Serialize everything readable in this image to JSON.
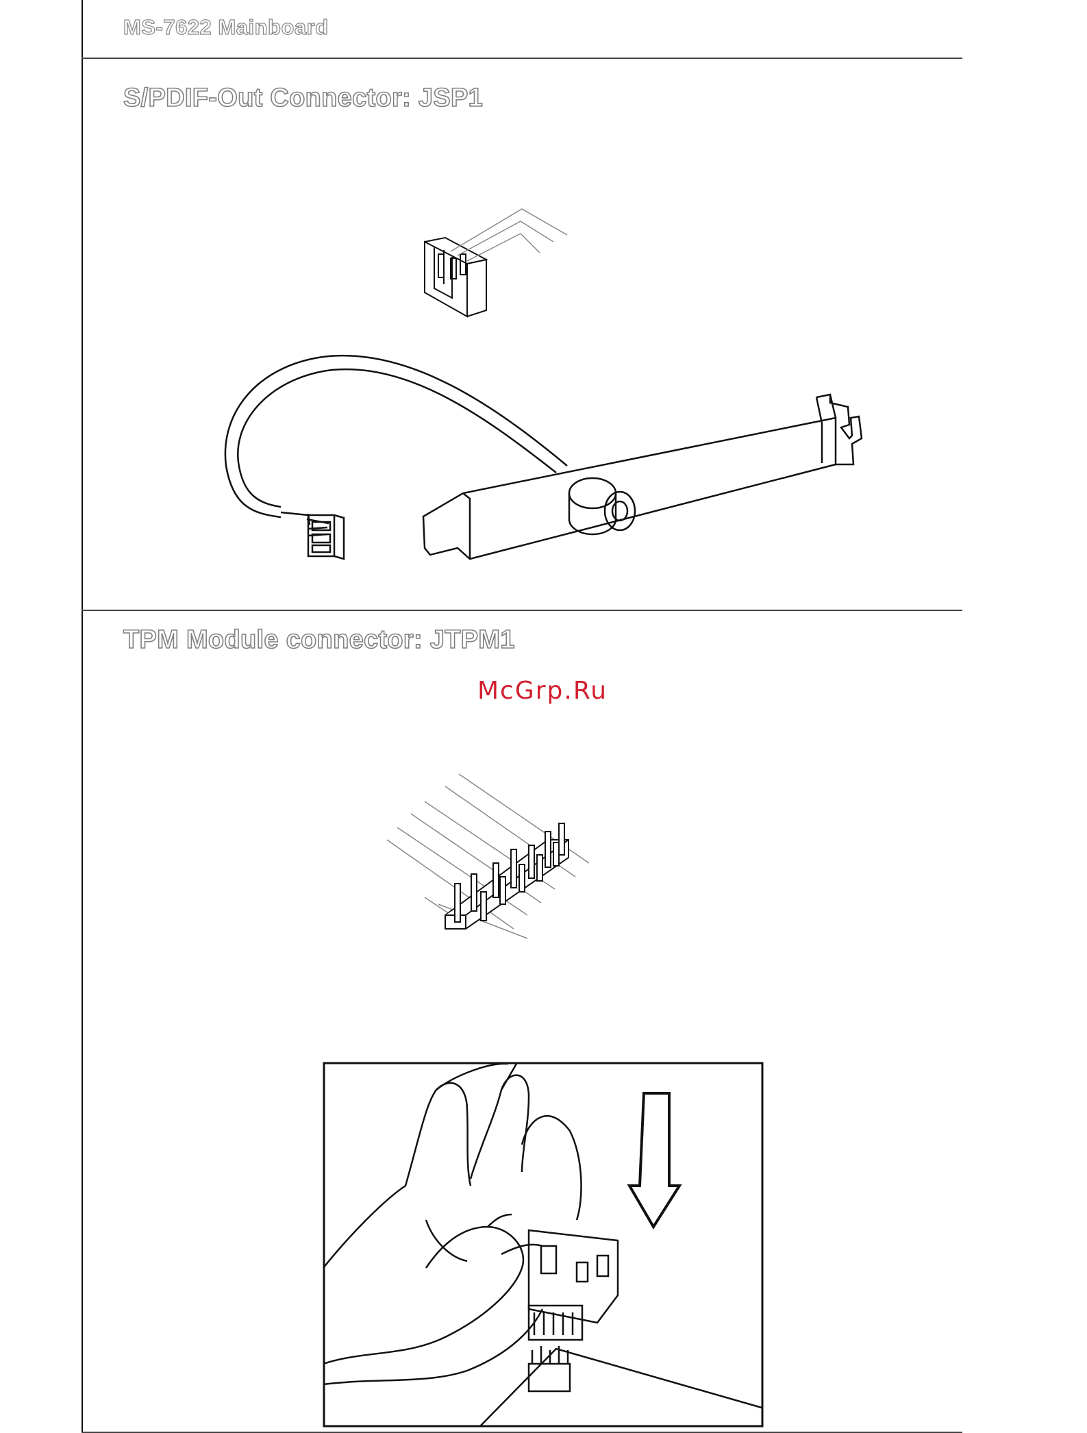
{
  "header": {
    "title": "MS-7622 Mainboard"
  },
  "sections": [
    {
      "title": "S/PDIF-Out Connector: JSP1"
    },
    {
      "title": "TPM Module connector: JTPM1"
    }
  ],
  "watermark": {
    "text": "McGrp.Ru",
    "color": "#d2202f"
  },
  "figures": {
    "spdif": {
      "icon": "spdif-bracket-cable-icon"
    },
    "jtpm1": {
      "icon": "tpm-pin-header-icon"
    },
    "tpm_install": {
      "icon": "hand-installing-tpm-module-icon"
    }
  }
}
